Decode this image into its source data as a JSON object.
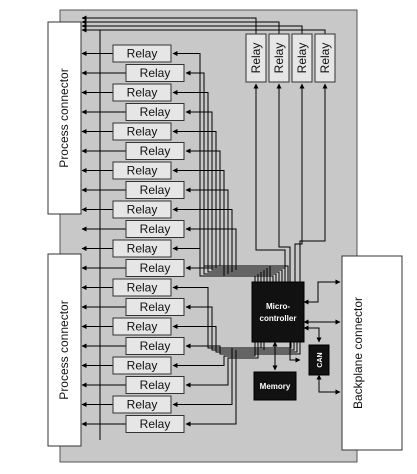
{
  "connectors": {
    "process_top": "Process connector",
    "process_bottom": "Process connector",
    "backplane": "Backplane connector"
  },
  "relays": {
    "left": [
      "Relay",
      "Relay",
      "Relay",
      "Relay",
      "Relay",
      "Relay",
      "Relay",
      "Relay",
      "Relay",
      "Relay",
      "Relay",
      "Relay",
      "Relay",
      "Relay",
      "Relay",
      "Relay",
      "Relay",
      "Relay",
      "Relay",
      "Relay"
    ],
    "top": [
      "Relay",
      "Relay",
      "Relay",
      "Relay"
    ]
  },
  "chips": {
    "microcontroller_line1": "Micro-",
    "microcontroller_line2": "controller",
    "memory": "Memory",
    "can": "CAN"
  },
  "colors": {
    "board": "#c8c8c8",
    "relay": "#e6e6e6",
    "chip": "#111111",
    "connector": "#ffffff"
  }
}
